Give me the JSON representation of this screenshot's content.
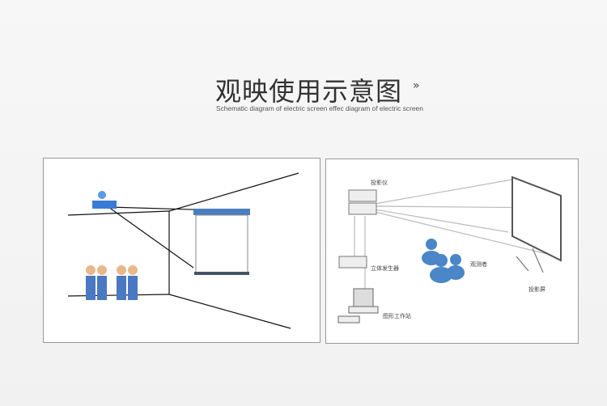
{
  "header": {
    "title": "观映使用示意图",
    "arrow": "»",
    "subtitle": "Schematic diagram of electric screen effec diagram of electric screen"
  },
  "right_diagram": {
    "projector": "投影仪",
    "stereo_generator": "立体发生器",
    "observers": "观测者",
    "screen": "投影屏",
    "workstation": "图形工作站"
  }
}
